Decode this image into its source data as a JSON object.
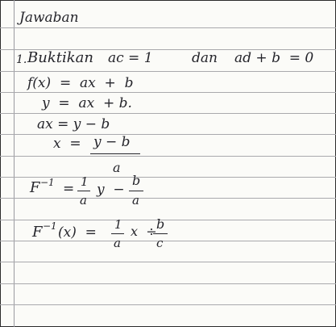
{
  "page": {
    "heading": "Jawaban",
    "problem_number": "1.",
    "statement_start": "Buktikan",
    "condition_1": "ac = 1",
    "connector": "dan",
    "condition_2": "ad + b  = 0",
    "lines": {
      "f_def": "f(x)  =  ax  +  b",
      "y_def": "y  =  ax  + b.",
      "ax_step": "ax = y − b",
      "x_lhs": "x  =",
      "x_num": "y − b",
      "x_den": "a",
      "inv_lhs": "F",
      "inv_sup": "−1",
      "inv_eq": "=",
      "inv_frac1_num": "1",
      "inv_frac1_den": "a",
      "inv_y_minus": "y  −",
      "inv_frac2_num": "b",
      "inv_frac2_den": "a",
      "invx_lhs": "F",
      "invx_sup": "−1",
      "invx_arg": "(x)  =",
      "invx_frac1_num": "1",
      "invx_frac1_den": "a",
      "invx_x_op": "x  ÷",
      "invx_frac2_num": "b",
      "invx_frac2_den": "c"
    }
  }
}
